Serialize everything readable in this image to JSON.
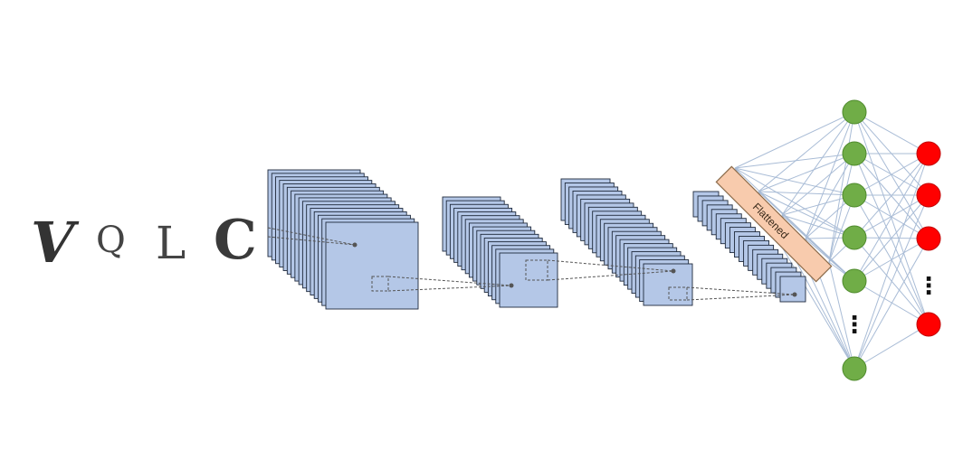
{
  "input_glyphs": [
    "V",
    "Q",
    "L",
    "C"
  ],
  "layers": {
    "flattened_label": "Flattened"
  },
  "dense": {
    "hidden_ellipsis": "⋮",
    "output_ellipsis": "⋮"
  },
  "colors": {
    "feature_map_fill": "#b4c7e7",
    "feature_map_stroke": "#1f2a3c",
    "flattened_fill": "#f8cbad",
    "flattened_stroke": "#8a6a4a",
    "hidden_node": "#70ad47",
    "output_node": "#ff0000",
    "connection": "#a9bcd6"
  }
}
